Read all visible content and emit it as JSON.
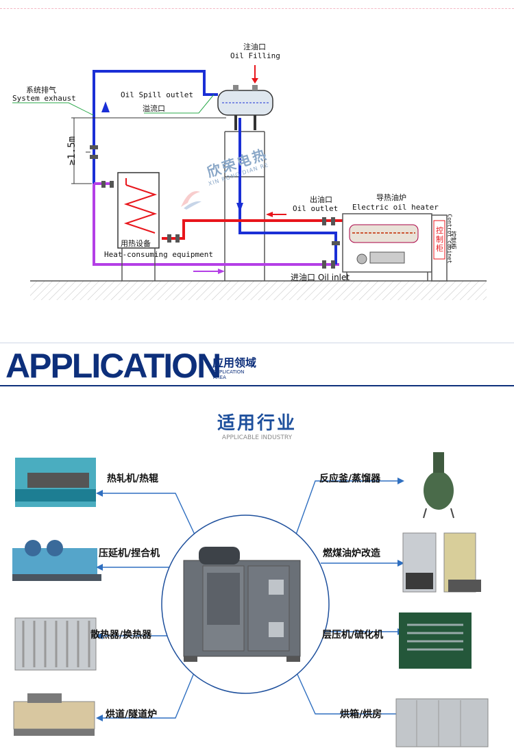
{
  "diagram": {
    "oil_filling_cn": "注油口",
    "oil_filling_en": "Oil Filling",
    "system_exhaust_cn": "系统排气",
    "system_exhaust_en": "System exhaust",
    "oil_spill_en": "Oil Spill outlet",
    "oil_spill_cn": "溢流口",
    "height_mark": "≥1.5m",
    "oil_outlet_cn": "出油口",
    "oil_outlet_en": "Oil outlet",
    "heater_cn": "导热油炉",
    "heater_en": "Electric oil heater",
    "cabinet_cn": "控制柜",
    "cabinet_en": "Control cabinet",
    "cabinet_cn2": "控制柜",
    "equipment_cn": "用热设备",
    "equipment_en": "Heat-consuming equipment",
    "oil_inlet": "进油口 Oil inlet",
    "watermark_cn": "欣荣电热",
    "watermark_en": "XIN RONG DIAN RE"
  },
  "application": {
    "title_en": "APPLICATION",
    "title_cn": "应用领域",
    "sub_en1": "APPLICATION",
    "sub_en2": "AREA"
  },
  "industry": {
    "title": "适用行业",
    "subtitle": "APPLICABLE INDUSTRY",
    "left": [
      "热轧机/热辊",
      "压延机/捏合机",
      "散热器/换热器",
      "烘道/隧道炉"
    ],
    "right": [
      "反应釜/蒸馏器",
      "燃煤油炉改造",
      "层压机/硫化机",
      "烘箱/烘房"
    ]
  },
  "colors": {
    "hot": "#e8151b",
    "return": "#1a2fd6",
    "purple": "#b43fe6",
    "navy": "#0d2f7b",
    "arrow": "#2f6fc0"
  }
}
